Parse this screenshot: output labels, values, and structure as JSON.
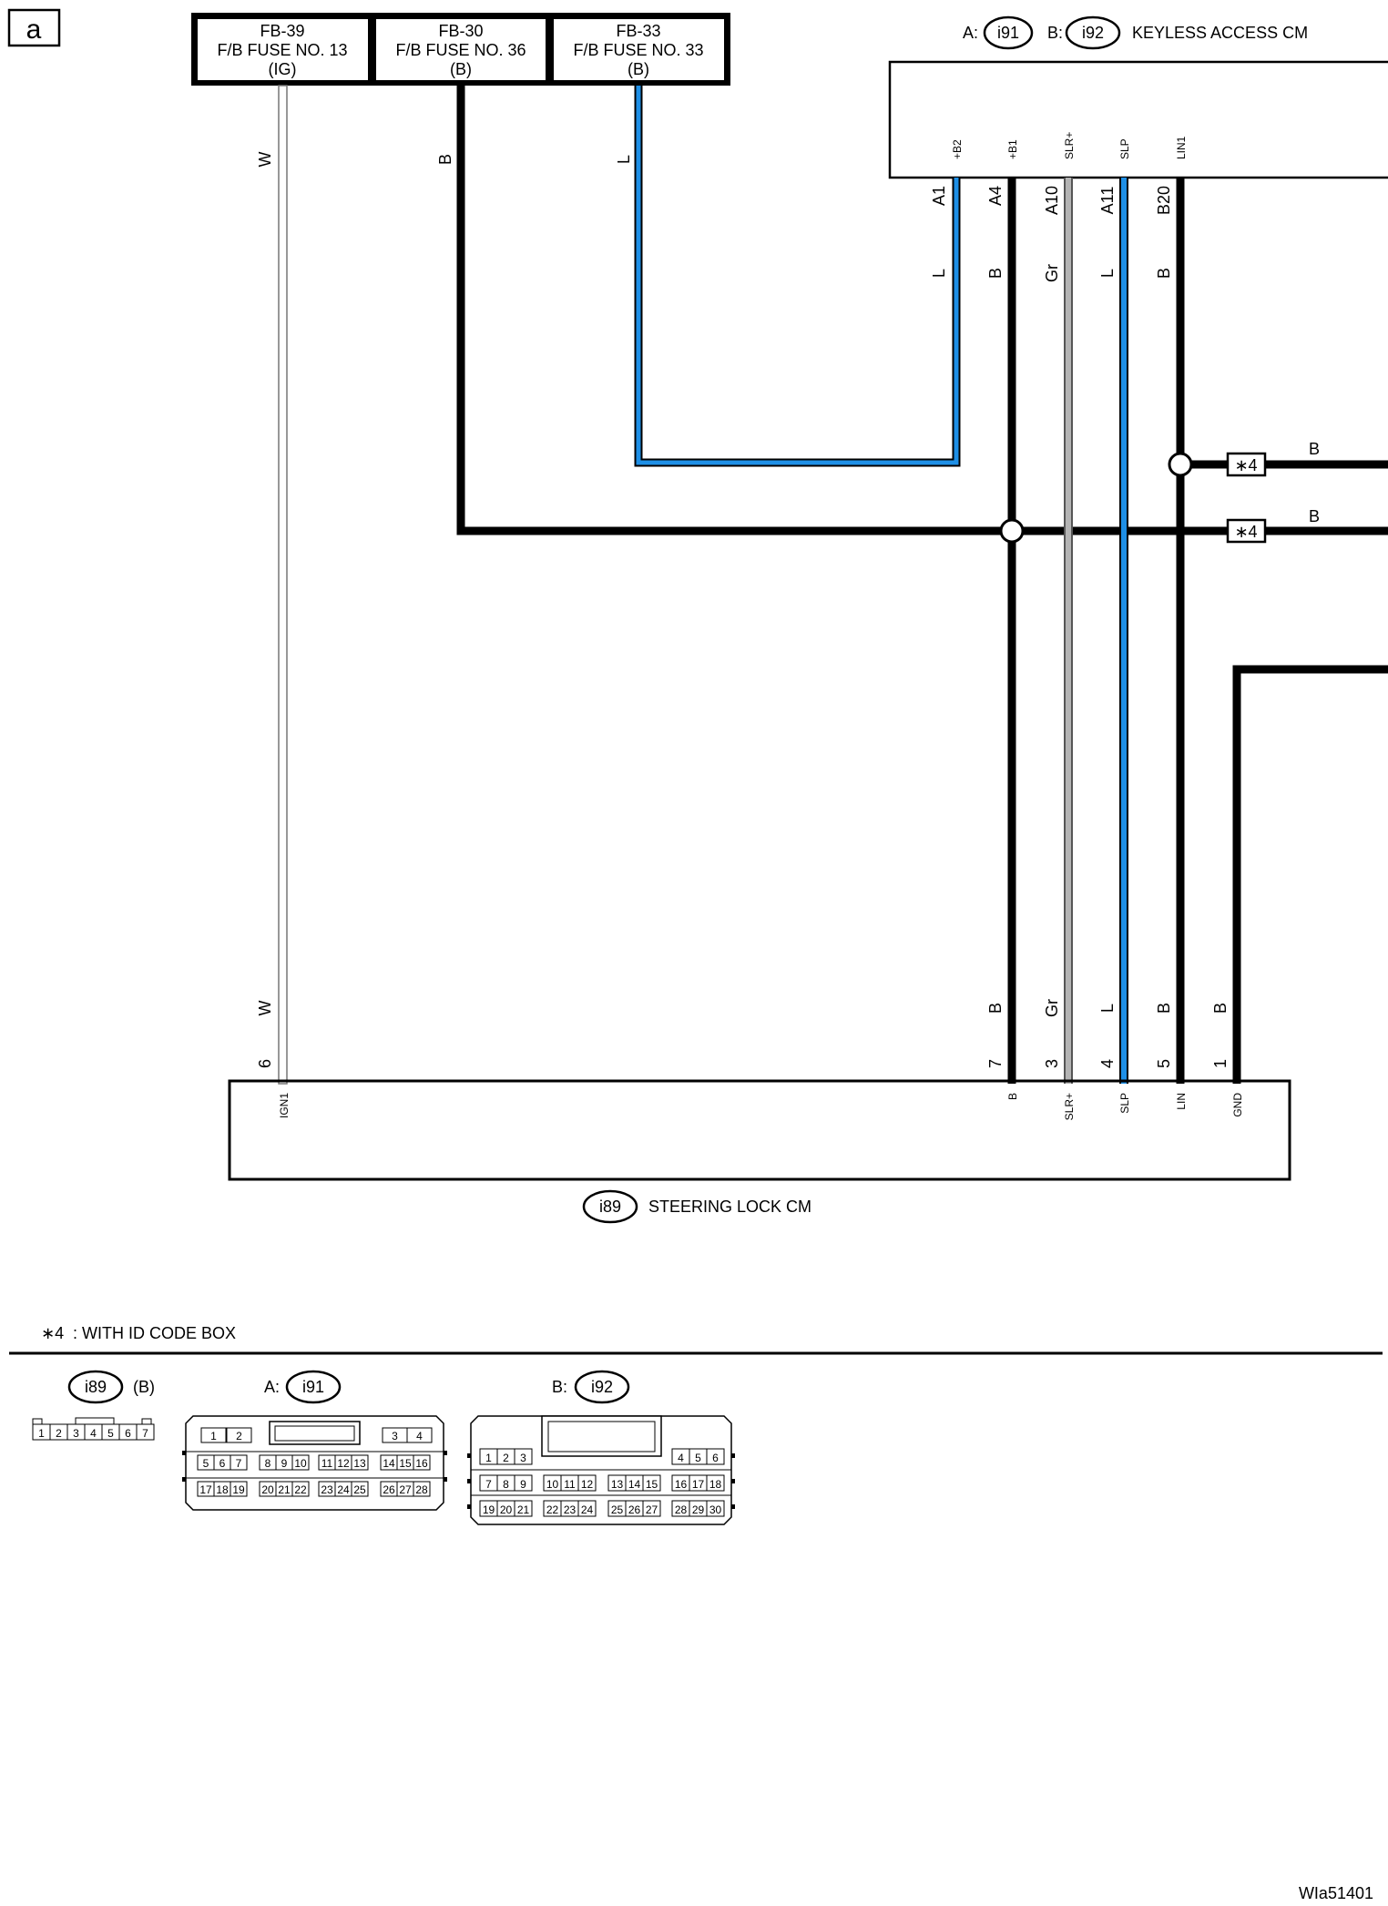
{
  "page_label": "a",
  "figure_id": "WIa51401",
  "fuses": [
    {
      "id": "FB-39",
      "name": "F/B FUSE NO. 13",
      "source": "(IG)"
    },
    {
      "id": "FB-30",
      "name": "F/B FUSE NO. 36",
      "source": "(B)"
    },
    {
      "id": "FB-33",
      "name": "F/B FUSE NO. 33",
      "source": "(B)"
    }
  ],
  "keyless": {
    "prefix_a": "A:",
    "conn_a": "i91",
    "prefix_b": "B:",
    "conn_b": "i92",
    "name": "KEYLESS ACCESS CM",
    "pins": [
      {
        "terminal": "+B2",
        "pin": "A1",
        "wire": "L"
      },
      {
        "terminal": "+B1",
        "pin": "A4",
        "wire": "B"
      },
      {
        "terminal": "SLR+",
        "pin": "A10",
        "wire": "Gr"
      },
      {
        "terminal": "SLP",
        "pin": "A11",
        "wire": "L"
      },
      {
        "terminal": "LIN1",
        "pin": "B20",
        "wire": "B"
      }
    ]
  },
  "fuse_wires": [
    "W",
    "B",
    "L"
  ],
  "splices": [
    {
      "star": "∗4",
      "wire": "B"
    },
    {
      "star": "∗4",
      "wire": "B"
    }
  ],
  "steering": {
    "conn": "i89",
    "name": "STEERING LOCK CM",
    "pins": [
      {
        "terminal": "IGN1",
        "pin": "6",
        "wire": "W"
      },
      {
        "terminal": "B",
        "pin": "7",
        "wire": "B"
      },
      {
        "terminal": "SLR+",
        "pin": "3",
        "wire": "Gr"
      },
      {
        "terminal": "SLP",
        "pin": "4",
        "wire": "L"
      },
      {
        "terminal": "LIN",
        "pin": "5",
        "wire": "B"
      },
      {
        "terminal": "GND",
        "pin": "1",
        "wire": "B"
      }
    ]
  },
  "notes": {
    "star": "∗4",
    "text": ": WITH ID CODE BOX"
  },
  "connectors": {
    "i89": {
      "id": "i89",
      "color": "(B)",
      "pins": [
        "1",
        "2",
        "3",
        "4",
        "5",
        "6",
        "7"
      ]
    },
    "i91": {
      "prefix": "A:",
      "id": "i91",
      "rows": [
        [
          "1",
          "2",
          "3",
          "4"
        ],
        [
          "5",
          "6",
          "7",
          "8",
          "9",
          "10",
          "11",
          "12",
          "13",
          "14",
          "15",
          "16"
        ],
        [
          "17",
          "18",
          "19",
          "20",
          "21",
          "22",
          "23",
          "24",
          "25",
          "26",
          "27",
          "28"
        ]
      ]
    },
    "i92": {
      "prefix": "B:",
      "id": "i92",
      "rows": [
        [
          "1",
          "2",
          "3",
          "4",
          "5",
          "6"
        ],
        [
          "7",
          "8",
          "9",
          "10",
          "11",
          "12",
          "13",
          "14",
          "15",
          "16",
          "17",
          "18"
        ],
        [
          "19",
          "20",
          "21",
          "22",
          "23",
          "24",
          "25",
          "26",
          "27",
          "28",
          "29",
          "30"
        ]
      ]
    }
  },
  "colors": {
    "wire_black": "#000000",
    "wire_blue": "#1e8fe6",
    "wire_gray": "#b4b4b4",
    "wire_white": "#ffffff"
  }
}
